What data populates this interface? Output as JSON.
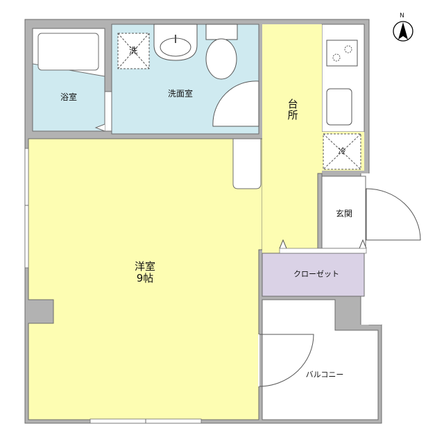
{
  "compass": {
    "label": "N",
    "icon": "north-arrow-icon"
  },
  "colors": {
    "wall": "#b2b2b2",
    "wall_line": "#6b6b6b",
    "wet_area": "#cfeaf0",
    "living_area": "#fdfdb2",
    "closet": "#dad2e6",
    "white": "#ffffff"
  },
  "rooms": {
    "bathroom": {
      "label": "浴室"
    },
    "washroom": {
      "label": "洗面室"
    },
    "washer": {
      "label": "洗"
    },
    "kitchen": {
      "label": "台所"
    },
    "fridge": {
      "label": "冷"
    },
    "entrance": {
      "label": "玄関"
    },
    "closet": {
      "label": "クローゼット"
    },
    "western_room": {
      "label": "洋室",
      "size": "9帖"
    },
    "balcony": {
      "label": "バルコニー"
    }
  }
}
